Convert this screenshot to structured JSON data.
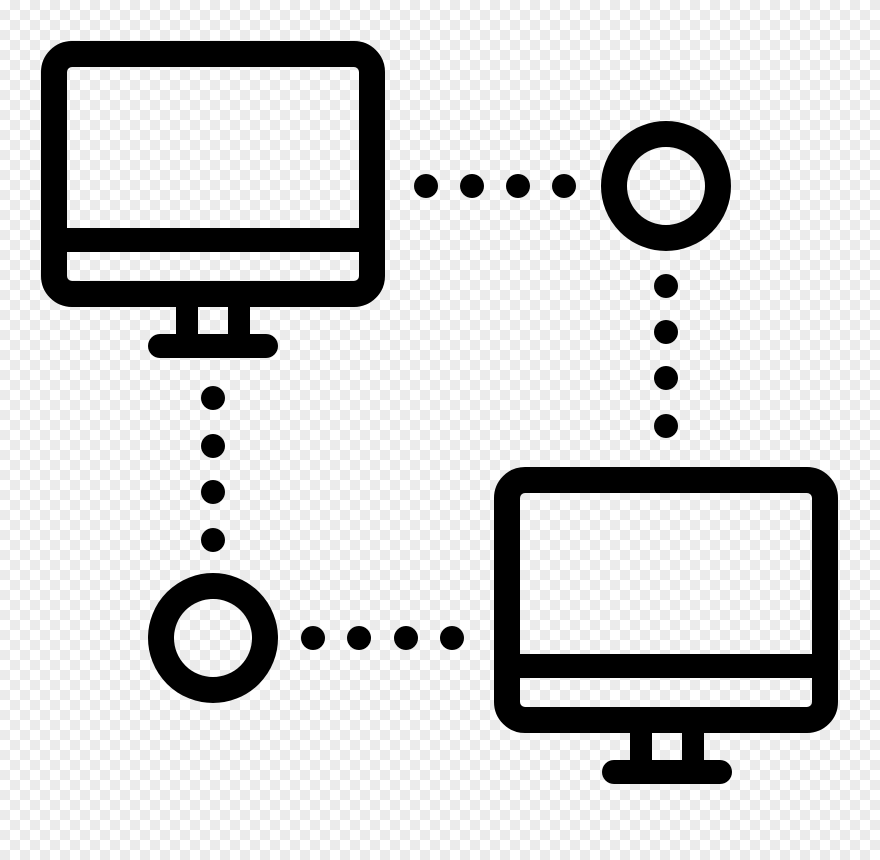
{
  "icon": {
    "name": "network-computers-icon",
    "stroke_color": "#000000",
    "background": "transparent-checkerboard",
    "elements": [
      "monitor-top-left",
      "monitor-bottom-right",
      "node-circle-top-right",
      "node-circle-bottom-left",
      "dotted-connector-top",
      "dotted-connector-right",
      "dotted-connector-left",
      "dotted-connector-bottom"
    ]
  }
}
